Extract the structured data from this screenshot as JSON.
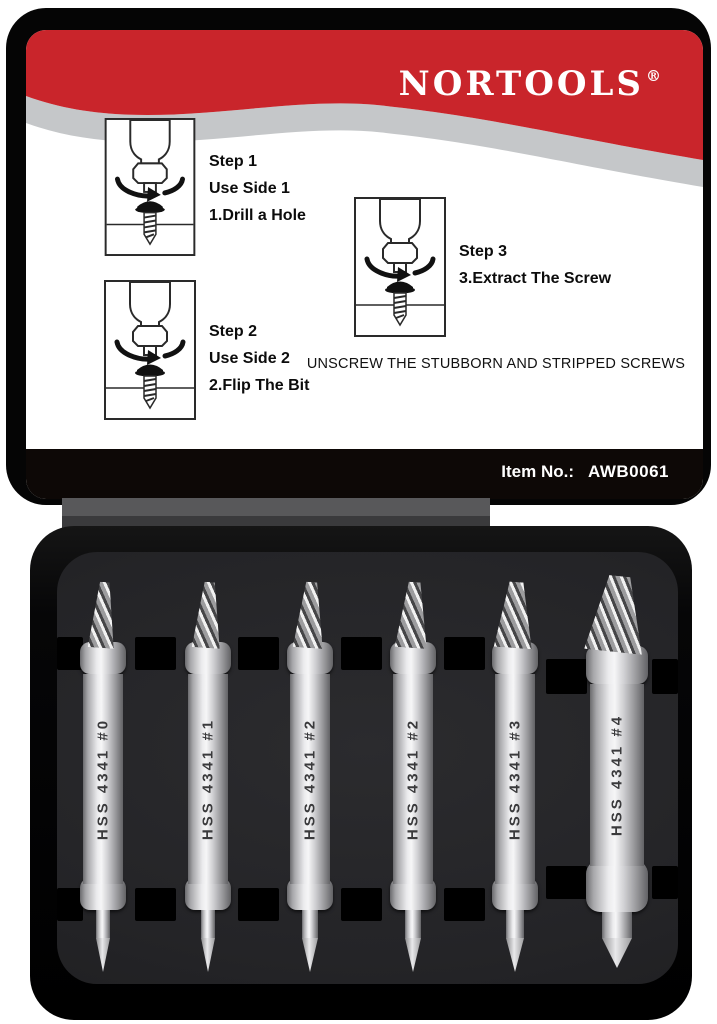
{
  "brand": {
    "name": "NORTOOLS",
    "registered": "®"
  },
  "header": {
    "item_label": "Item No.:",
    "item_value": "AWB0061"
  },
  "instructions": {
    "steps": [
      {
        "lines": [
          "Step 1",
          "Use Side 1",
          "1.Drill a Hole"
        ]
      },
      {
        "lines": [
          "Step 2",
          "Use Side 2",
          "2.Flip The Bit"
        ]
      },
      {
        "lines": [
          "Step 3",
          "3.Extract The Screw"
        ]
      }
    ],
    "tagline": "UNSCREW THE STUBBORN AND STRIPPED SCREWS"
  },
  "bits": [
    {
      "label": "HSS 4341 #0"
    },
    {
      "label": "HSS 4341 #1"
    },
    {
      "label": "HSS 4341 #2"
    },
    {
      "label": "HSS 4341 #2"
    },
    {
      "label": "HSS 4341 #3"
    },
    {
      "label": "HSS 4341 #4"
    }
  ],
  "colors": {
    "brand_red": "#c9252b",
    "silver_wave": "#c5c7c9",
    "lid_frame": "#050505",
    "item_band": "#0d0806",
    "case_black": "#060607",
    "tray_gray": "#242427"
  }
}
